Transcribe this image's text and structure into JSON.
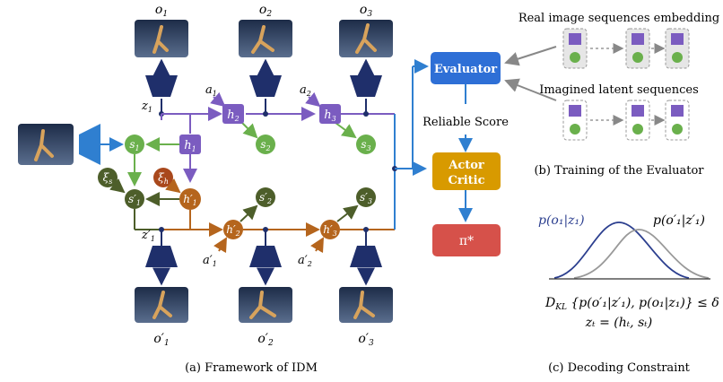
{
  "observations": {
    "top": [
      {
        "base": "o",
        "sub": "1",
        "prime": false
      },
      {
        "base": "o",
        "sub": "2",
        "prime": false
      },
      {
        "base": "o",
        "sub": "3",
        "prime": false
      }
    ],
    "bottom": [
      {
        "base": "o",
        "sub": "1",
        "prime": true
      },
      {
        "base": "o",
        "sub": "2",
        "prime": true
      },
      {
        "base": "o",
        "sub": "3",
        "prime": true
      }
    ]
  },
  "latents": {
    "z_top": {
      "base": "z",
      "sub": "1",
      "prime": false
    },
    "z_bottom": {
      "base": "z",
      "sub": "1",
      "prime": true
    }
  },
  "actions": {
    "top": [
      {
        "base": "a",
        "sub": "1",
        "prime": false
      },
      {
        "base": "a",
        "sub": "2",
        "prime": false
      }
    ],
    "bottom": [
      {
        "base": "a",
        "sub": "1",
        "prime": true
      },
      {
        "base": "a",
        "sub": "2",
        "prime": true
      }
    ]
  },
  "nodes": {
    "h_top": [
      {
        "base": "h",
        "sub": "1"
      },
      {
        "base": "h",
        "sub": "2"
      },
      {
        "base": "h",
        "sub": "3"
      }
    ],
    "s_top": [
      {
        "base": "s",
        "sub": "1"
      },
      {
        "base": "s",
        "sub": "2"
      },
      {
        "base": "s",
        "sub": "3"
      }
    ],
    "h_bottom": [
      {
        "base": "h",
        "sub": "1"
      },
      {
        "base": "h",
        "sub": "2"
      },
      {
        "base": "h",
        "sub": "3"
      }
    ],
    "s_bottom": [
      {
        "base": "s",
        "sub": "1"
      },
      {
        "base": "s",
        "sub": "2"
      },
      {
        "base": "s",
        "sub": "3"
      }
    ],
    "xi_s": {
      "base": "ξ",
      "sub": "s"
    },
    "xi_h": {
      "base": "ξ",
      "sub": "h"
    }
  },
  "boxes": {
    "evaluator": "Evaluator",
    "actor_line1": "Actor",
    "actor_line2": "Critic",
    "policy": "π*"
  },
  "labels": {
    "reliable_score": "Reliable Score",
    "real_seq": "Real image sequences embedding",
    "imagined_seq": "Imagined latent sequences",
    "caption_a": "(a)  Framework of IDM",
    "caption_b": "(b) Training of the Evaluator",
    "caption_c": "(c)  Decoding Constraint"
  },
  "decoding": {
    "curve1_label": "p(o₁|z₁)",
    "curve2_label": "p(o′₁|z′₁)",
    "kl_line": "D",
    "kl_sub": "KL",
    "kl_rest": " {p(o′₁|z′₁), p(o₁|z₁)} ≤ δ",
    "z_def": "zₜ = (hₜ, sₜ)"
  },
  "colors": {
    "purple": "#7b5cc0",
    "green": "#6ab04c",
    "dark_green": "#4d5e2a",
    "orange": "#b5651d",
    "blue": "#2f7fd0",
    "navy": "#1f2f6b",
    "evaluator": "#2e6fd6",
    "actor": "#d89a00",
    "policy": "#d6514a"
  }
}
